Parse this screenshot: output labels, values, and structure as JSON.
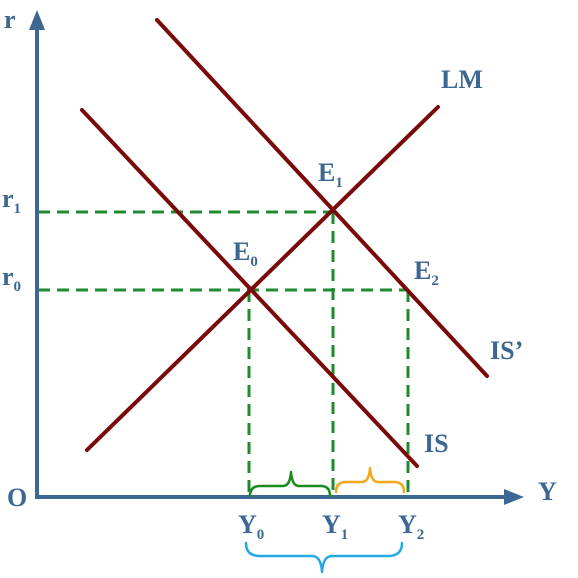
{
  "axes": {
    "y_label": "r",
    "x_label": "Y",
    "origin": "O"
  },
  "curves": {
    "lm": "LM",
    "is": "IS",
    "is_shifted": "IS’"
  },
  "points": {
    "e0": {
      "base": "E",
      "sub": "0"
    },
    "e1": {
      "base": "E",
      "sub": "1"
    },
    "e2": {
      "base": "E",
      "sub": "2"
    }
  },
  "y_ticks": {
    "r0": {
      "base": "r",
      "sub": "0"
    },
    "r1": {
      "base": "r",
      "sub": "1"
    }
  },
  "x_ticks": {
    "y0": {
      "base": "Y",
      "sub": "0"
    },
    "y1": {
      "base": "Y",
      "sub": "1"
    },
    "y2": {
      "base": "Y",
      "sub": "2"
    }
  },
  "colors": {
    "axis": "#3d6793",
    "curve": "#7a0a0a",
    "guide": "#1f8a2e",
    "brace_y0_y1": "#1a8c1a",
    "brace_y1_y2": "#f0a81c",
    "brace_y0_y2": "#27a9e1"
  }
}
